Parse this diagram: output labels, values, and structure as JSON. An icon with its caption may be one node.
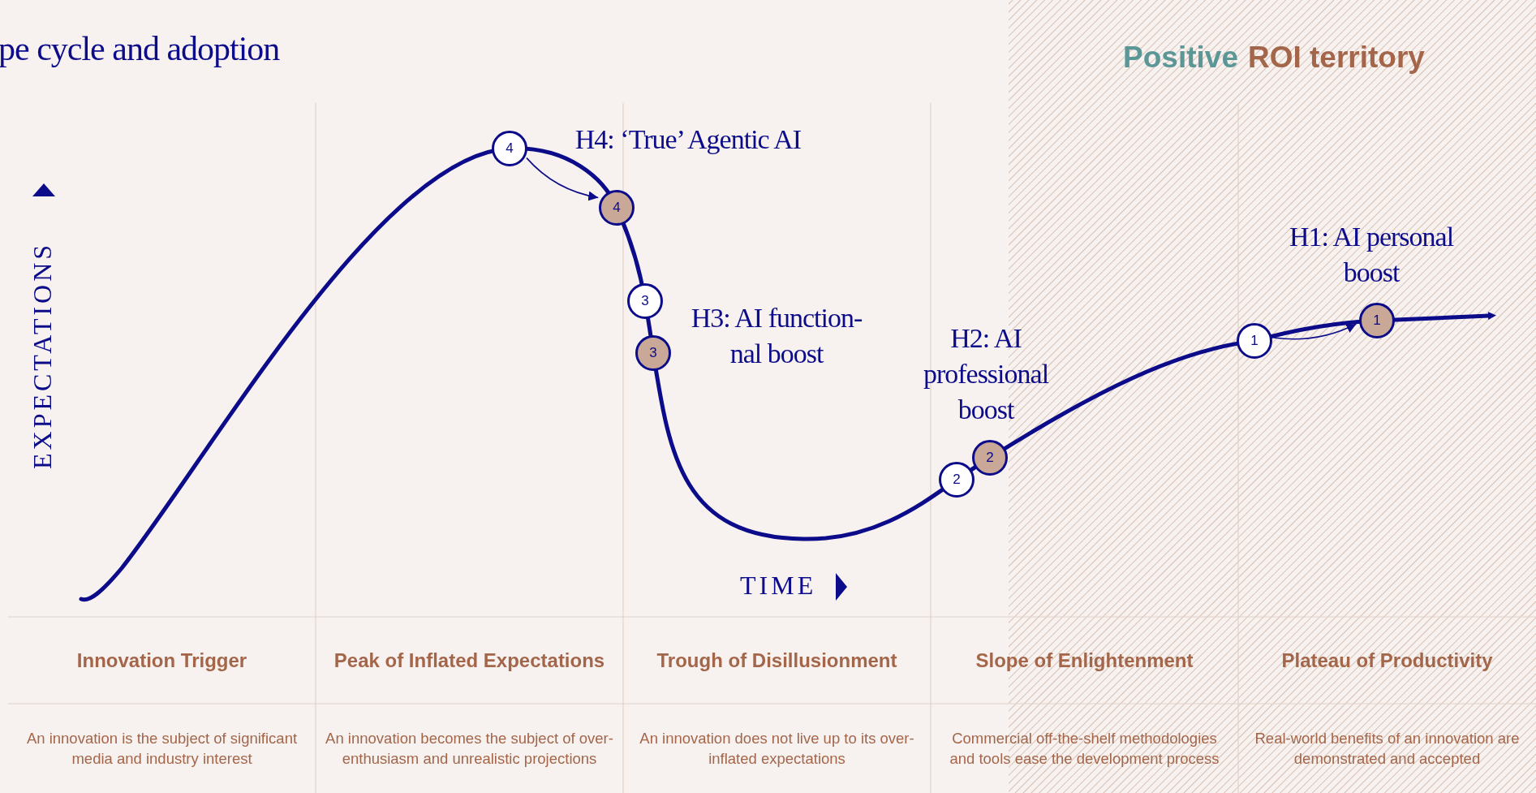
{
  "diagram": {
    "nodes": [
      {
        "text": [
          "4"
        ]
      },
      {
        "text": [
          "4"
        ]
      },
      {
        "text": [
          "3"
        ]
      },
      {
        "text": [
          "3"
        ]
      },
      {
        "text": [
          "2"
        ]
      },
      {
        "text": [
          "2"
        ]
      },
      {
        "text": [
          "1"
        ]
      },
      {
        "text": [
          "1"
        ]
      }
    ],
    "edges": [
      {
        "from": 0,
        "to": 1,
        "arrow": "to"
      },
      {
        "from": 6,
        "to": 7,
        "arrow": "to"
      }
    ],
    "labels": [
      "pe cycle and adoption",
      "Positive",
      "ROI territory",
      "H4: ‘True’ Agentic AI",
      "EXPECTATIONS",
      "H1: AI personal boost",
      "H3: AI function- nal boost",
      "H2: AI professional boost",
      "TIME",
      "Innovation Trigger",
      "Peak of Inflated Expectations",
      "Trough of Disillusionment",
      "Slope of Enlightenment",
      "Plateau of Productivity",
      "An innovation is the subject of significant media and industry interest",
      "An innovation becomes the subject of over-enthusiasm and unrealistic projections",
      "An innovation does not live up to its over-inflated expectations",
      "Commercial off-the-shelf methodologies and tools ease the development process",
      "Real-world benefits of an innovation are demonstrated and accepted"
    ]
  }
}
